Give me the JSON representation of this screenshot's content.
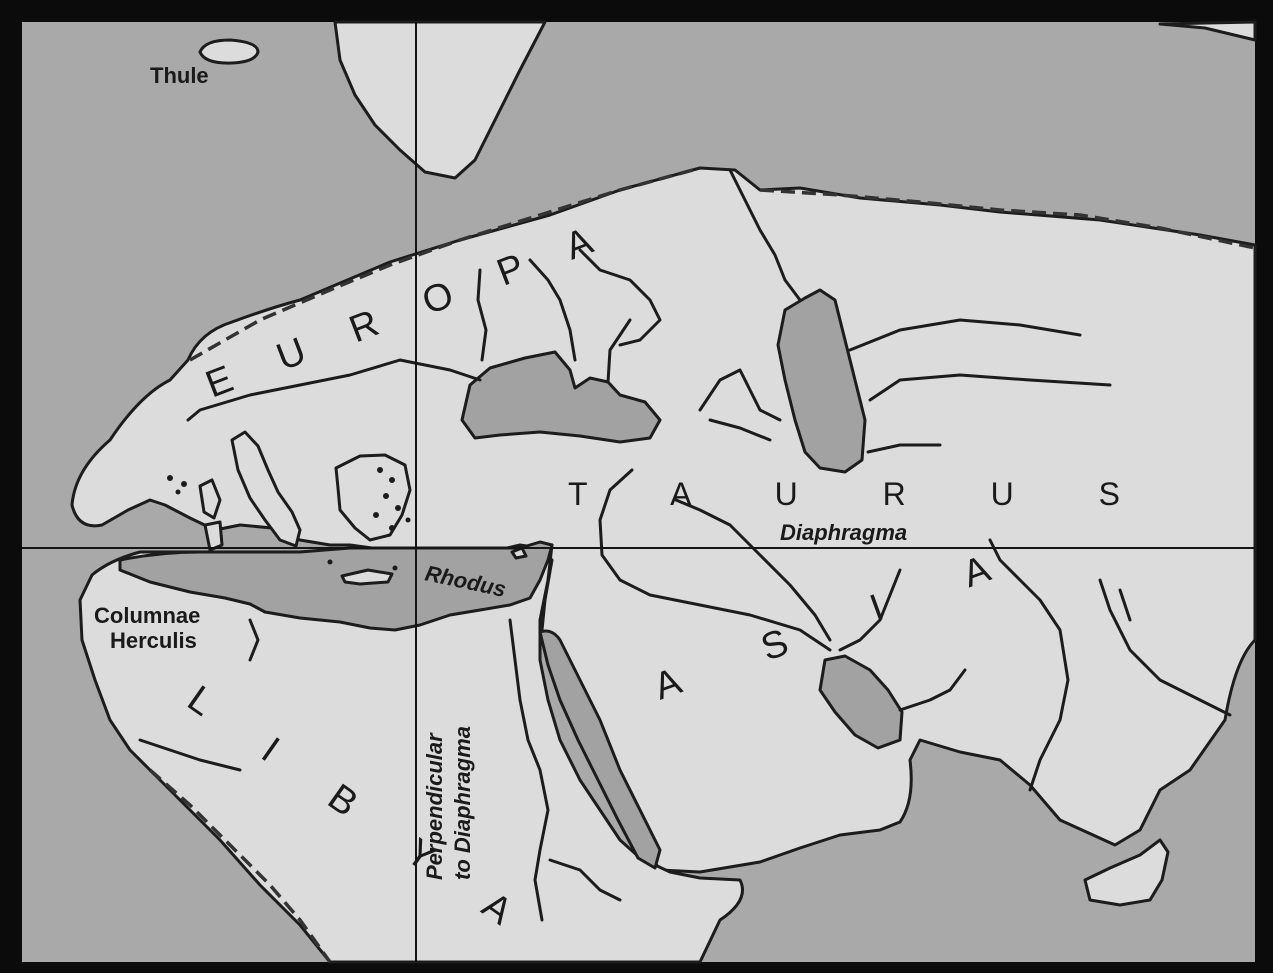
{
  "map": {
    "regions": {
      "europa": "E U R O P A",
      "asia": "A S I A",
      "libya": "L I B Y A",
      "taurus": "T A U R U S"
    },
    "places": {
      "thule": "Thule",
      "columnae_line1": "Columnae",
      "columnae_line2": "Herculis",
      "rhodus": "Rhodus",
      "diaphragma": "Diaphragma",
      "perp_line1": "Perpendicular",
      "perp_line2": "to Diaphragma"
    },
    "colors": {
      "land": "#dcdcdc",
      "sea": "#a9a9a9",
      "frame": "#0b0b0b"
    }
  }
}
